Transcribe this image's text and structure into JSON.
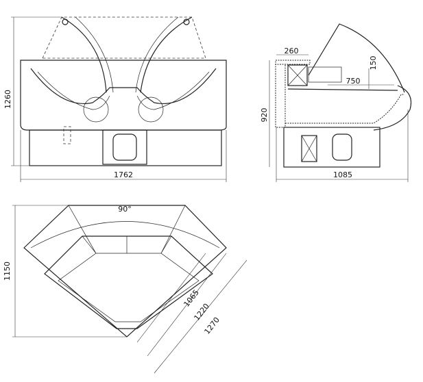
{
  "front_view": {
    "height_label": "1260",
    "width_label": "1762"
  },
  "side_view": {
    "depth_top_label": "260",
    "shelf_height_label": "150",
    "shelf_depth_label": "750",
    "height_label": "920",
    "width_label": "1085"
  },
  "top_view": {
    "angle_label": "90°",
    "height_label": "1150",
    "inner_label": "1065",
    "middle_label": "1220",
    "outer_label": "1270"
  }
}
